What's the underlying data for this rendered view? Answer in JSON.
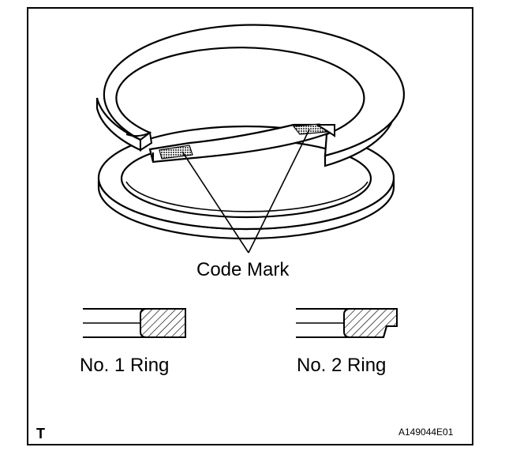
{
  "figure": {
    "code_mark_label": "Code Mark",
    "ring1_label": "No. 1 Ring",
    "ring2_label": "No. 2 Ring",
    "view_code": "T",
    "figure_id": "A149044E01"
  },
  "colors": {
    "line": "#000000",
    "background": "#ffffff",
    "code_mark_fill": "#8a8a8a"
  },
  "parts": [
    {
      "name": "no-1-ring",
      "cross_section": "rectangular"
    },
    {
      "name": "no-2-ring",
      "cross_section": "stepped"
    }
  ]
}
